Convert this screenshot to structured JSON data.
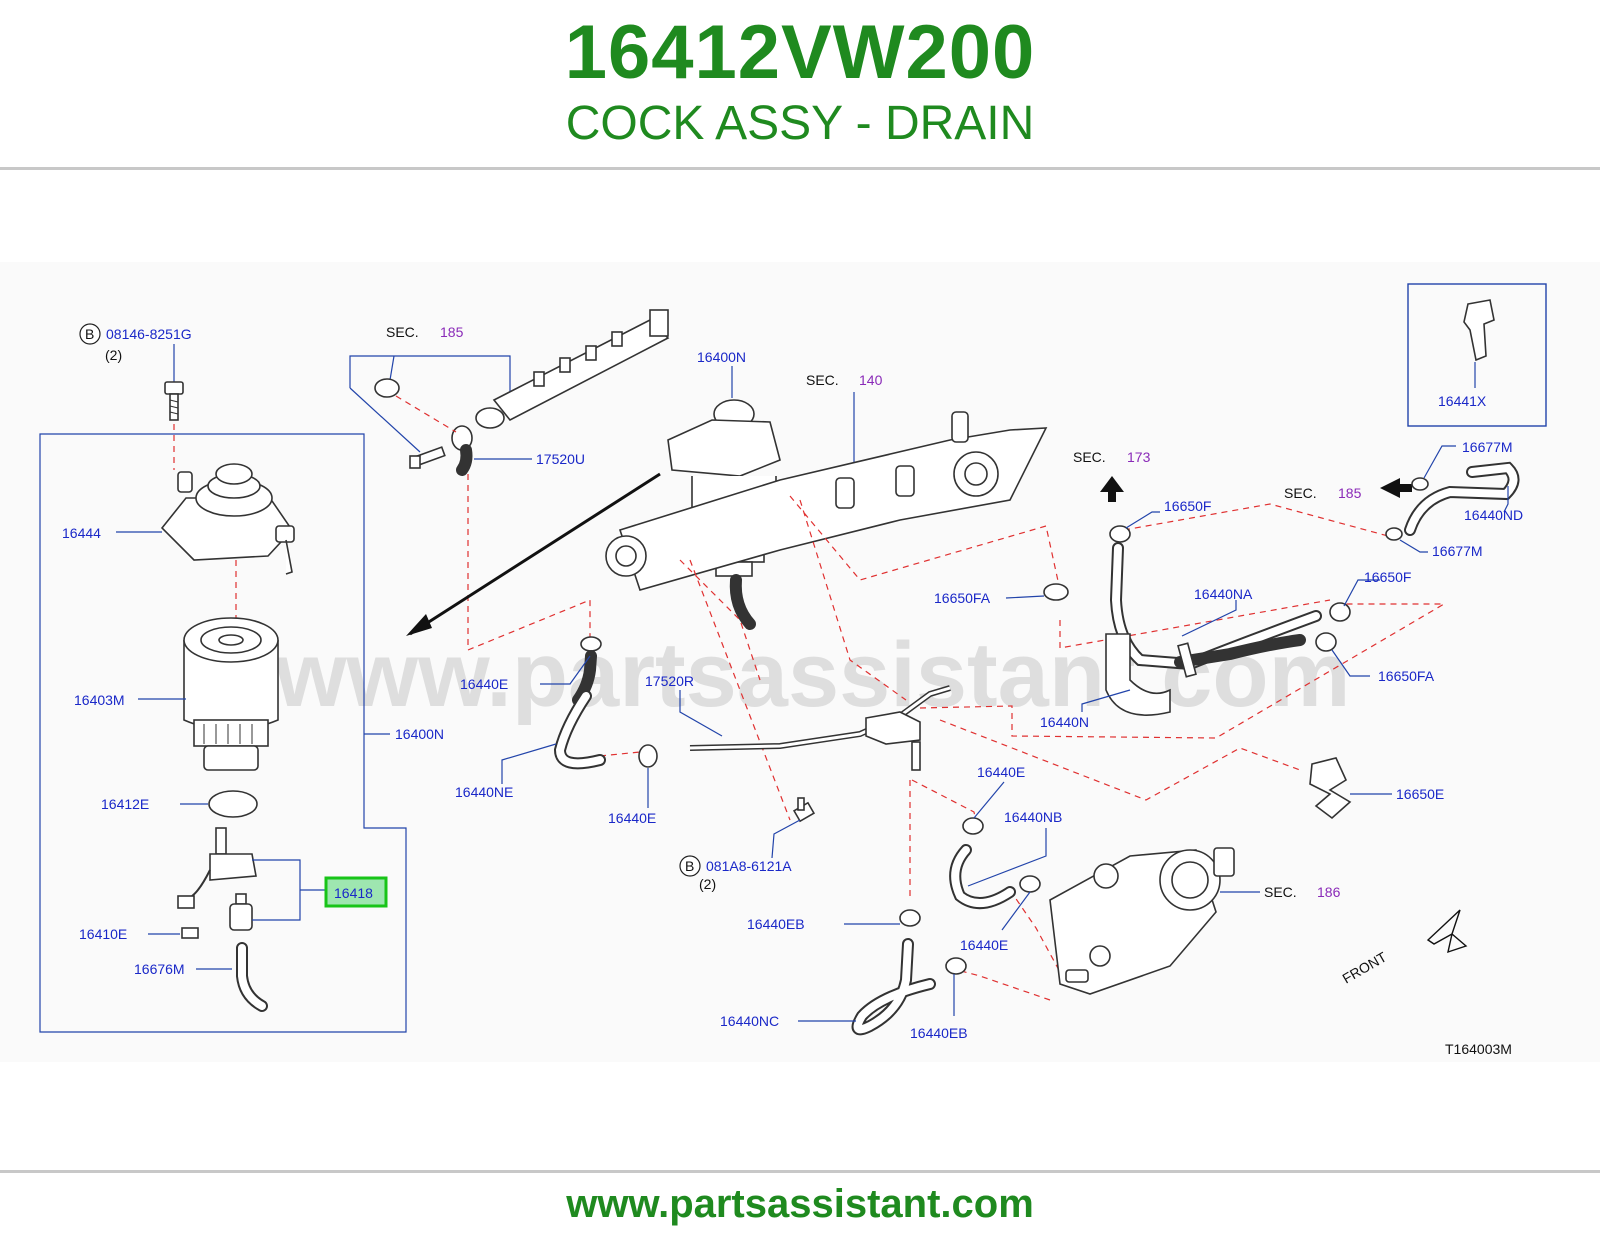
{
  "header": {
    "part_number": "16412VW200",
    "part_name": "COCK ASSY - DRAIN"
  },
  "footer": {
    "url": "www.partsassistant.com"
  },
  "diagram": {
    "watermark": "www.partsassistant.com",
    "code": "T164003M",
    "front_label": "FRONT",
    "bolt_b1": {
      "marker": "B",
      "part": "08146-8251G",
      "qty": "(2)"
    },
    "bolt_b2": {
      "marker": "B",
      "part": "081A8-6121A",
      "qty": "(2)"
    },
    "sec_words": "SEC.",
    "sec_185_top": "185",
    "sec_140": "140",
    "sec_173": "173",
    "sec_185_right": "185",
    "sec_186": "186",
    "highlight_part": "16418",
    "labels": {
      "l16444": "16444",
      "l16403M": "16403M",
      "l16400N_left": "16400N",
      "l16412E": "16412E",
      "l16410E": "16410E",
      "l16676M": "16676M",
      "l17520U": "17520U",
      "l16400N_top": "16400N",
      "l16440E_a": "16440E",
      "l17520R": "17520R",
      "l16440NE": "16440NE",
      "l16440E_b": "16440E",
      "l16441X": "16441X",
      "l16677M_a": "16677M",
      "l16440ND": "16440ND",
      "l16677M_b": "16677M",
      "l16650F_a": "16650F",
      "l16650FA_a": "16650FA",
      "l16440NA": "16440NA",
      "l16650F_b": "16650F",
      "l16650FA_b": "16650FA",
      "l16440N": "16440N",
      "l16650E": "16650E",
      "l16440E_c": "16440E",
      "l16440NB": "16440NB",
      "l16440EB_a": "16440EB",
      "l16440E_d": "16440E",
      "l16440NC": "16440NC",
      "l16440EB_b": "16440EB"
    }
  }
}
